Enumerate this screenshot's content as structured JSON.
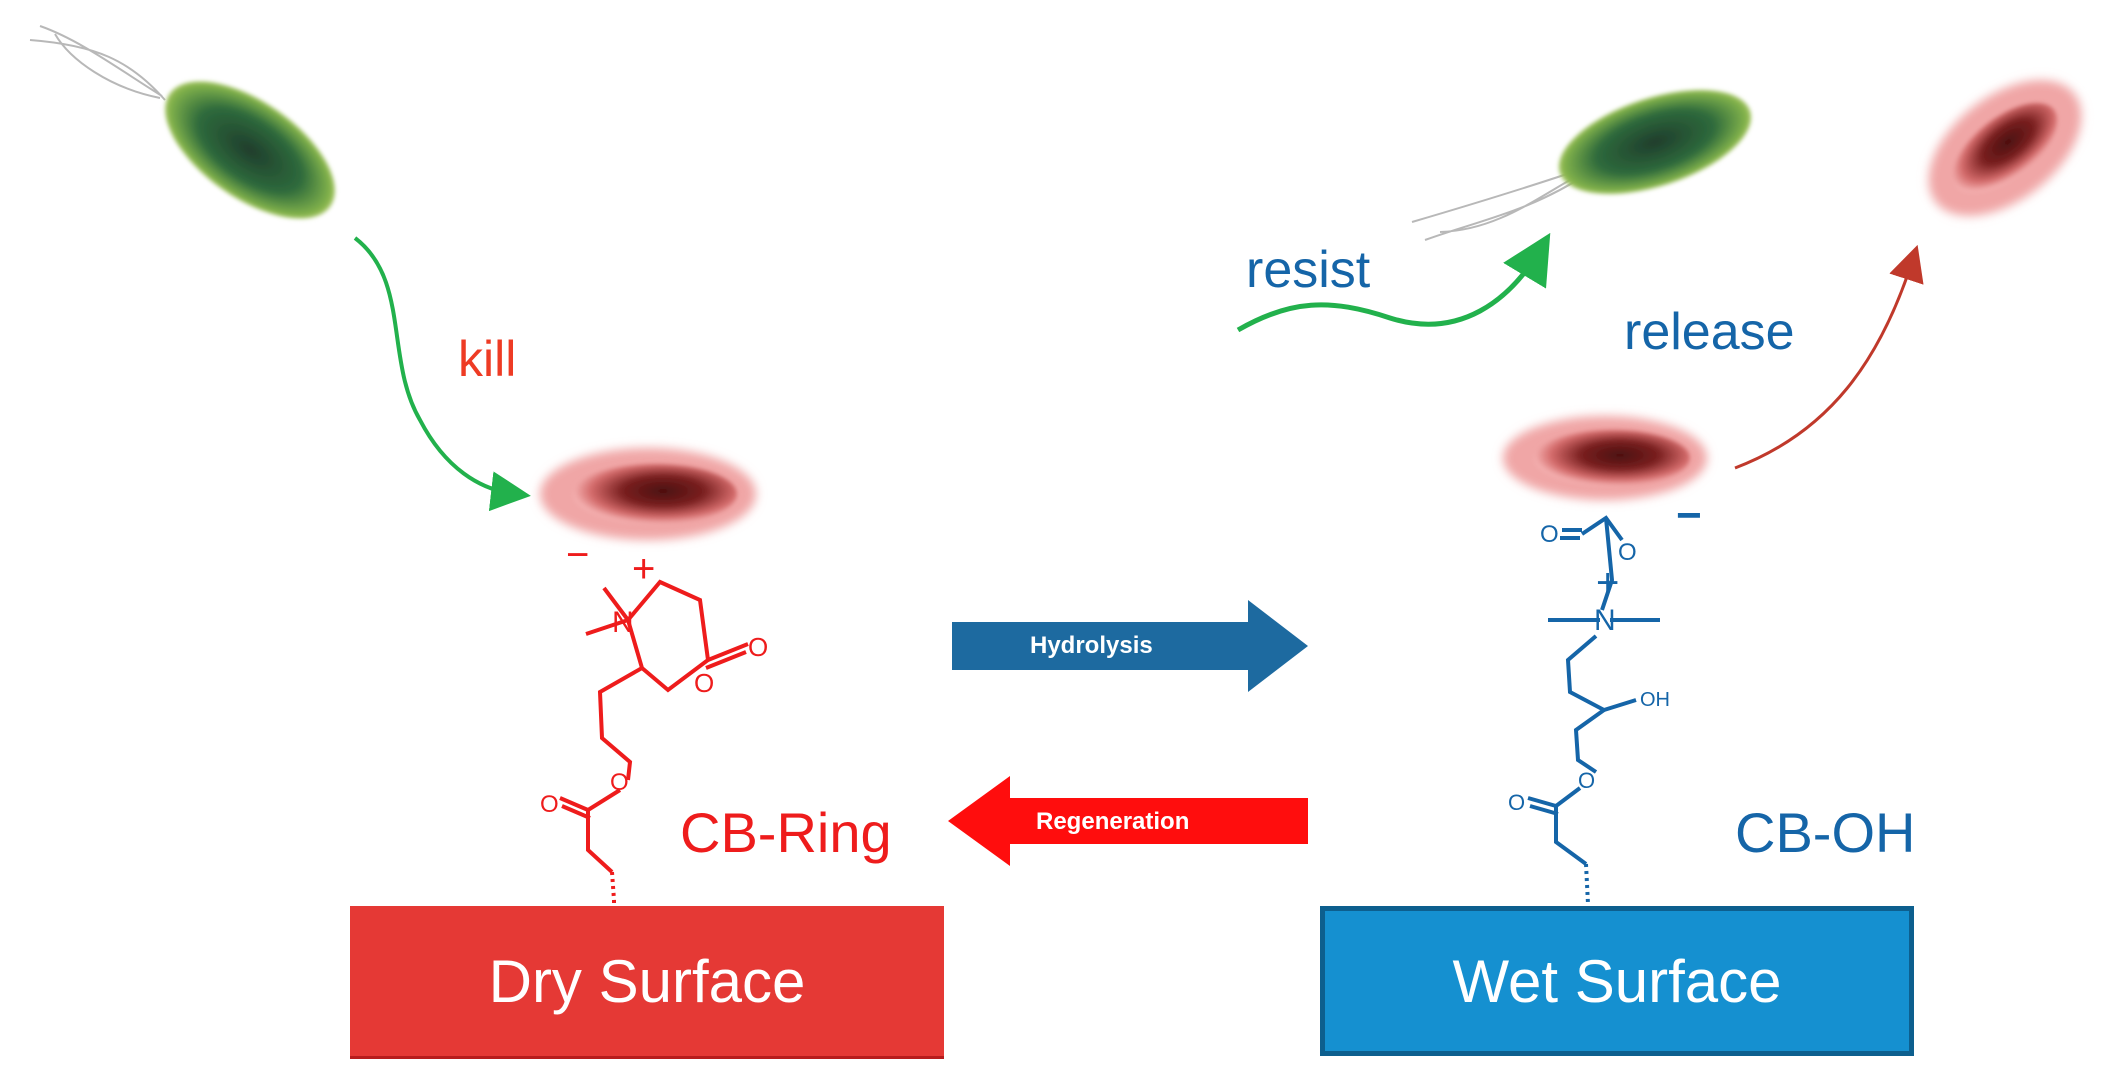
{
  "labels": {
    "kill": "kill",
    "resist": "resist",
    "release": "release",
    "cb_ring": "CB-Ring",
    "cb_oh": "CB-OH",
    "hydrolysis": "Hydrolysis",
    "regeneration": "Regeneration",
    "dry_surface": "Dry Surface",
    "wet_surface": "Wet Surface"
  },
  "chem": {
    "oxygen": "O",
    "nitrogen": "N",
    "hydroxyl": "OH",
    "plus": "+",
    "minus": "−"
  },
  "colors": {
    "dry": "#e53935",
    "wet": "#1590d0",
    "red_molecule": "#ee1c1c",
    "blue_molecule": "#1565a8",
    "green_arrow": "#22b14c",
    "hydrolysis_arrow": "#1d6aa0",
    "regeneration_arrow": "#ff0d0d"
  }
}
